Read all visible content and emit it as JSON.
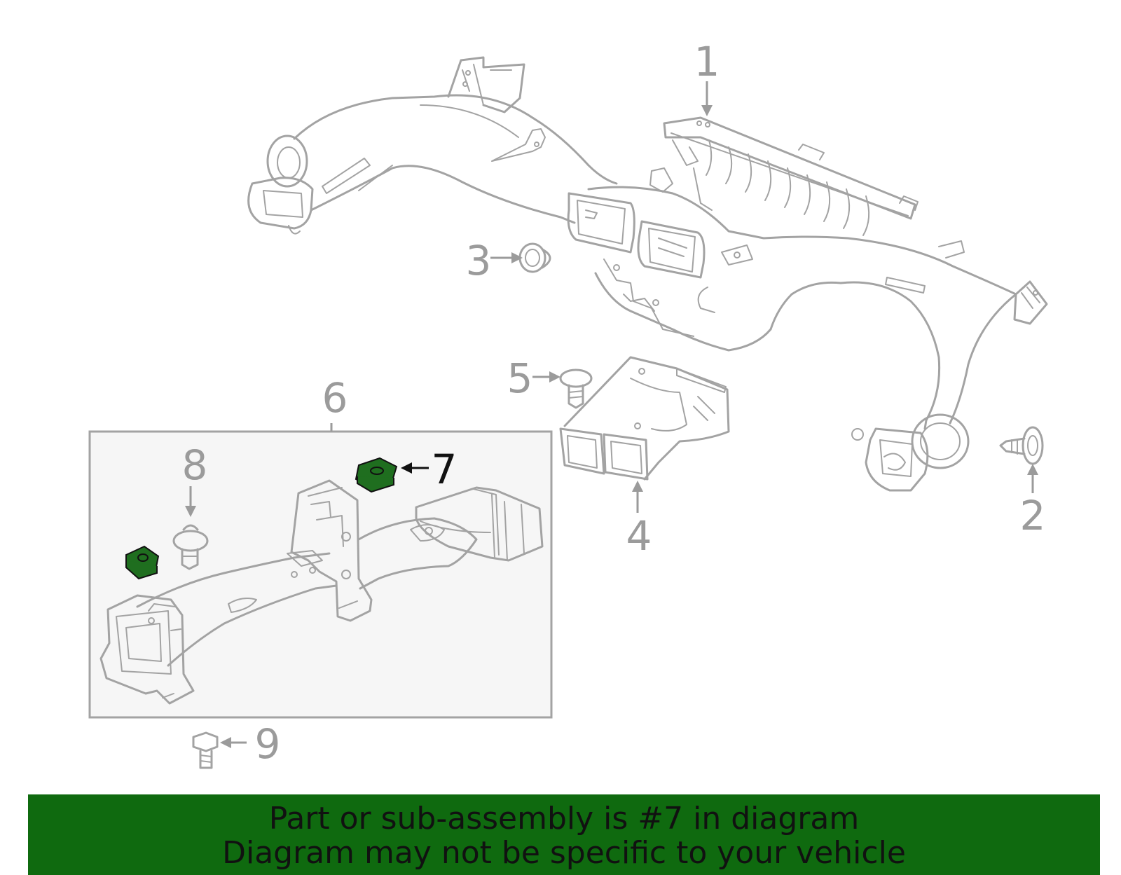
{
  "callouts": {
    "c1": "1",
    "c2": "2",
    "c3": "3",
    "c4": "4",
    "c5": "5",
    "c6": "6",
    "c7": "7",
    "c8": "8",
    "c9": "9"
  },
  "highlight": {
    "part_number": "7",
    "color": "#1f6e1f"
  },
  "banner": {
    "line1": "Part or sub-assembly is #7 in diagram",
    "line2": "Diagram may not be specific to your vehicle",
    "background": "#0f6a0f"
  }
}
